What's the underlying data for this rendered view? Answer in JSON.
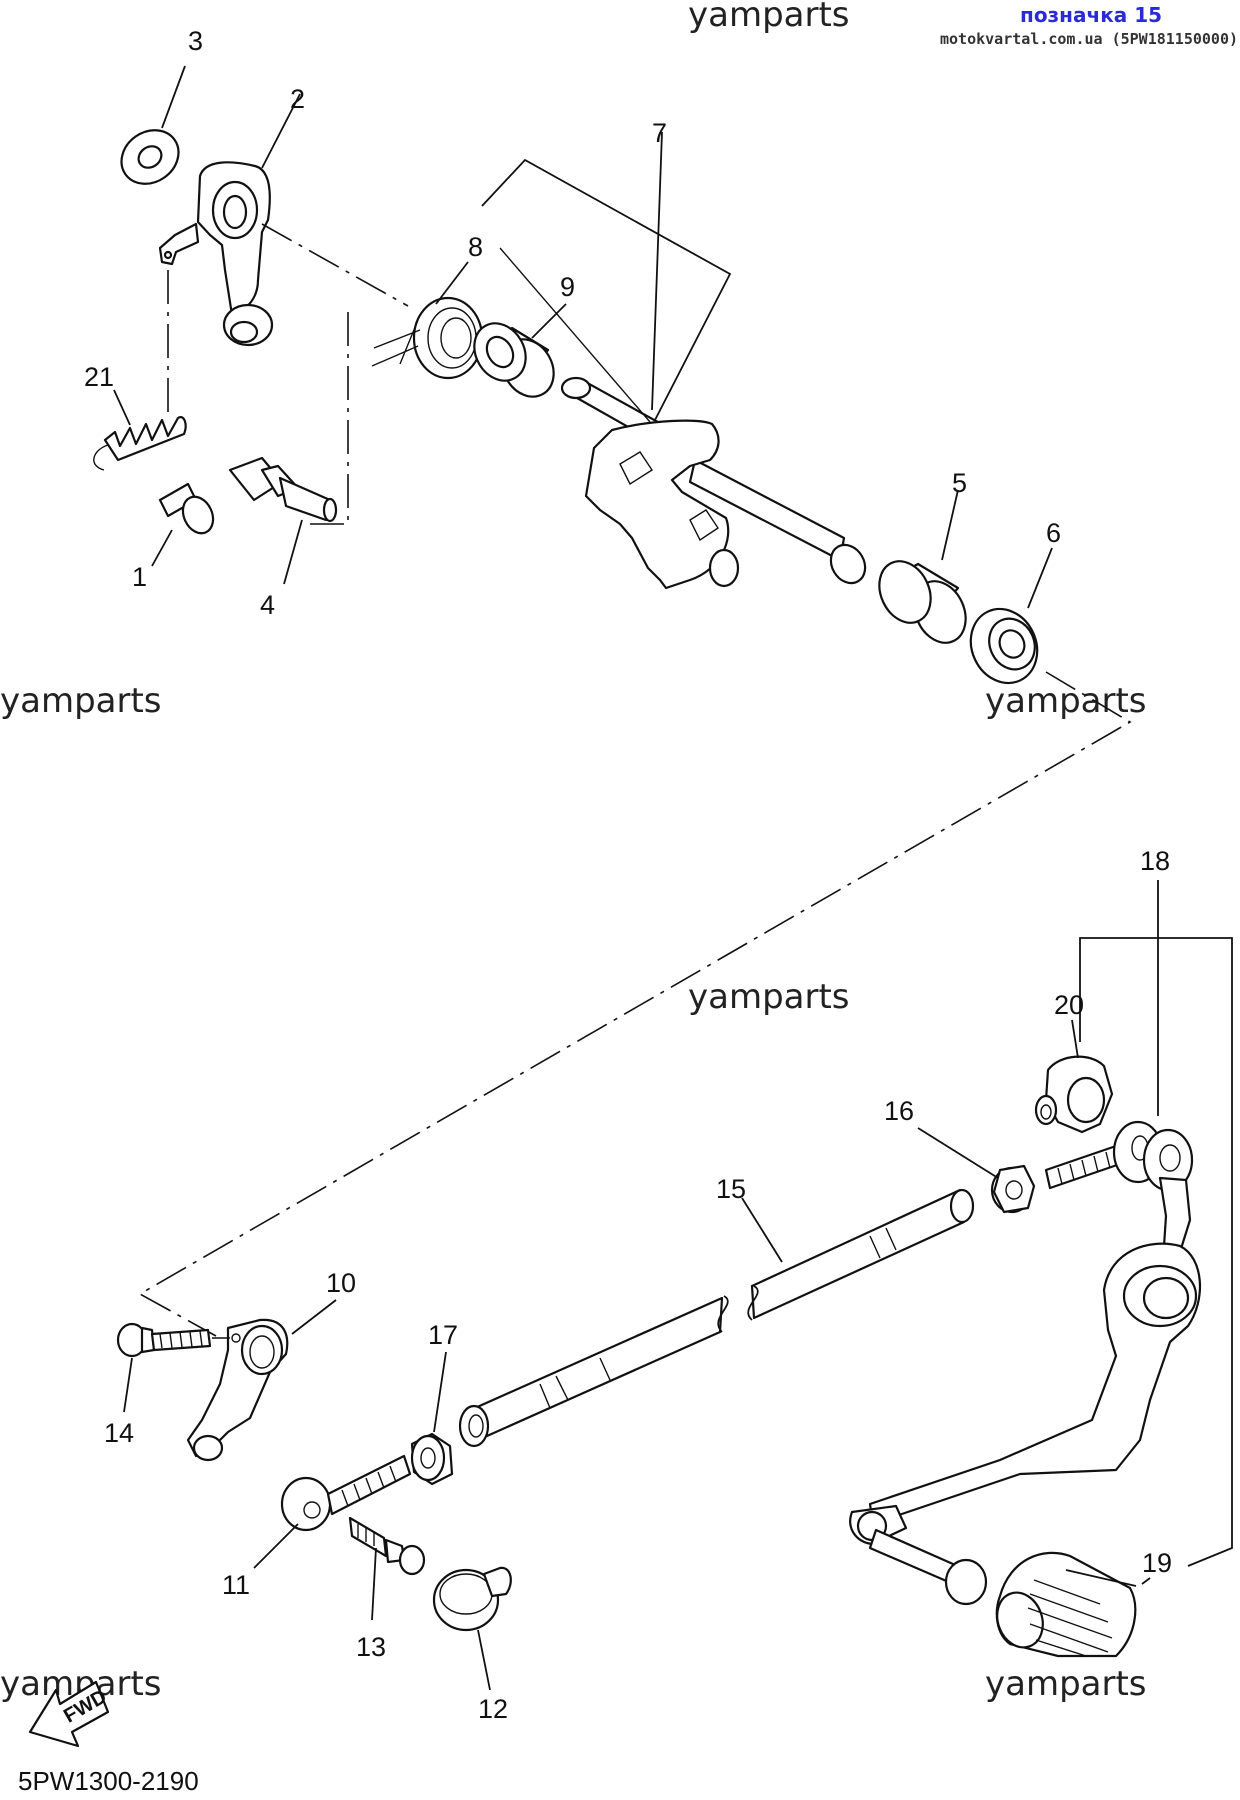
{
  "header": {
    "title": "позначка 15",
    "source": "motokvartal.com.ua (5PW181150000)"
  },
  "watermark": "yamparts",
  "diagram_code": "5PW1300-2190",
  "fwd_label": "FWD",
  "callouts": {
    "p1": "1",
    "p2": "2",
    "p3": "3",
    "p4": "4",
    "p5": "5",
    "p6": "6",
    "p7": "7",
    "p8": "8",
    "p9": "9",
    "p10": "10",
    "p11": "11",
    "p12": "12",
    "p13": "13",
    "p14": "14",
    "p15": "15",
    "p16": "16",
    "p17": "17",
    "p18": "18",
    "p19": "19",
    "p20": "20",
    "p21": "21"
  }
}
